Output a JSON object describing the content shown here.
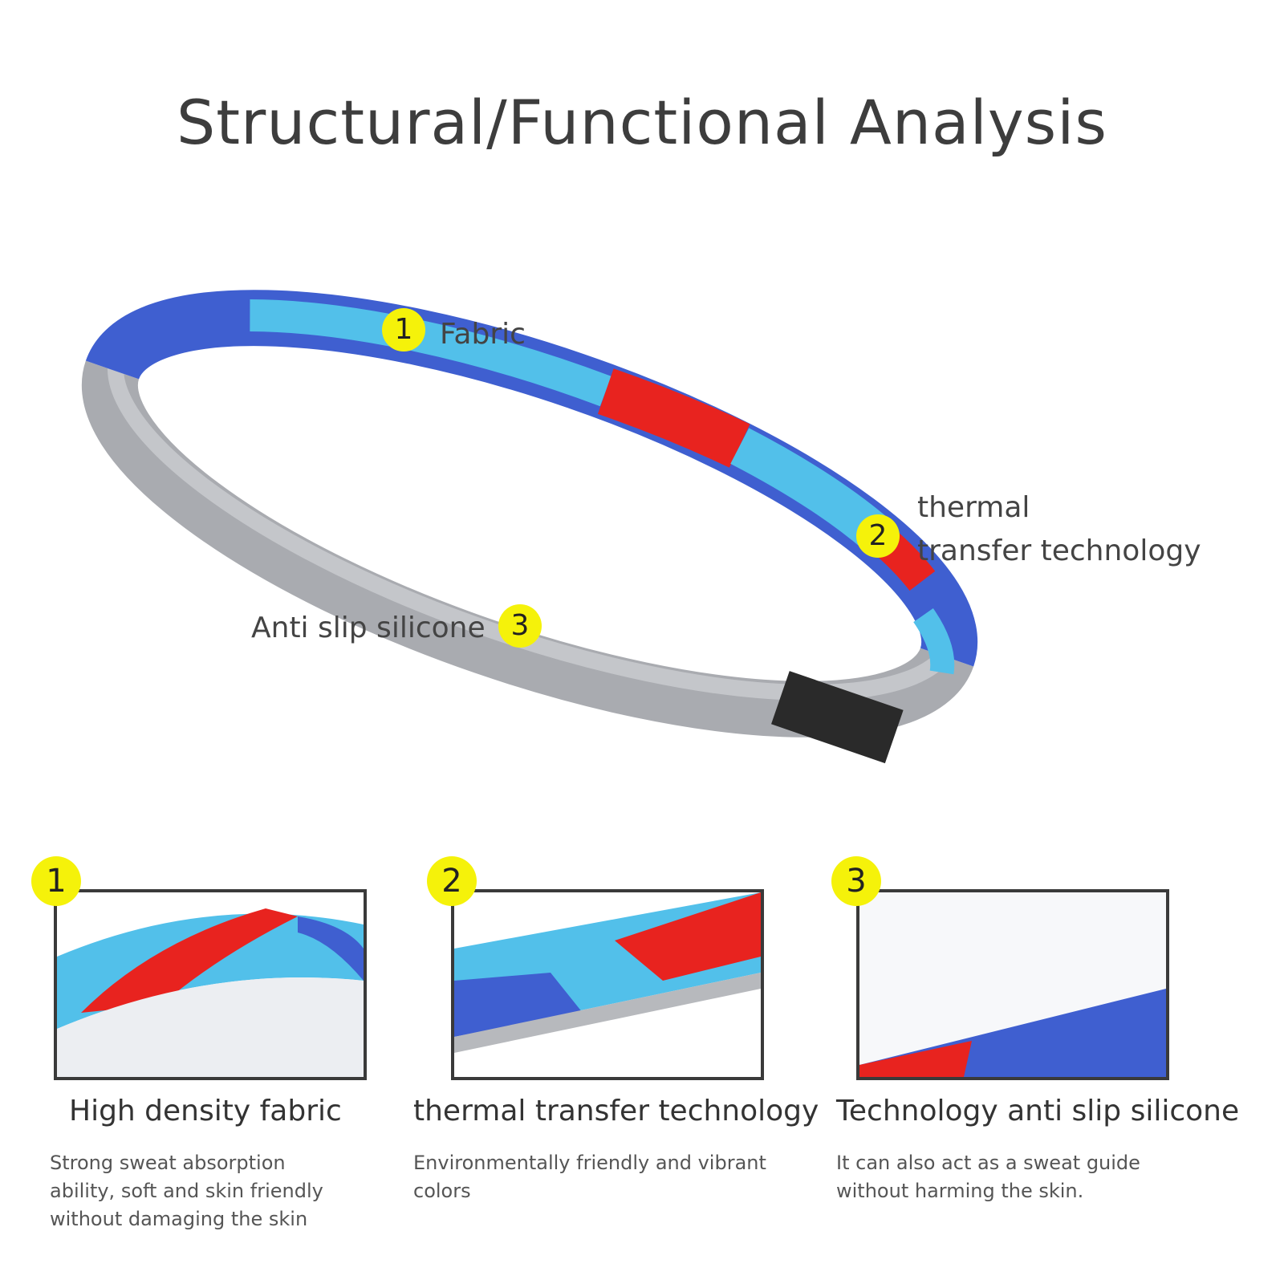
{
  "title": "Structural/Functional Analysis",
  "callouts": [
    {
      "number": "1",
      "label": "Fabric"
    },
    {
      "number": "2",
      "label_line1": "thermal",
      "label_line2": "transfer technology"
    },
    {
      "number": "3",
      "label": "Anti slip silicone"
    }
  ],
  "features": [
    {
      "number": "1",
      "title": "High density fabric",
      "description": "Strong sweat absorption ability, soft and skin friendly without damaging the skin"
    },
    {
      "number": "2",
      "title": "thermal transfer technology",
      "description": "Environmentally friendly and vibrant colors"
    },
    {
      "number": "3",
      "title": "Technology anti slip silicone",
      "description": "It can also act as a sweat guide without harming the skin."
    }
  ],
  "colors": {
    "badge": "#f5f20a",
    "blue": "#3f5fd0",
    "light_blue": "#52c0ea",
    "red": "#e8231f",
    "grey": "#a9abb0"
  }
}
